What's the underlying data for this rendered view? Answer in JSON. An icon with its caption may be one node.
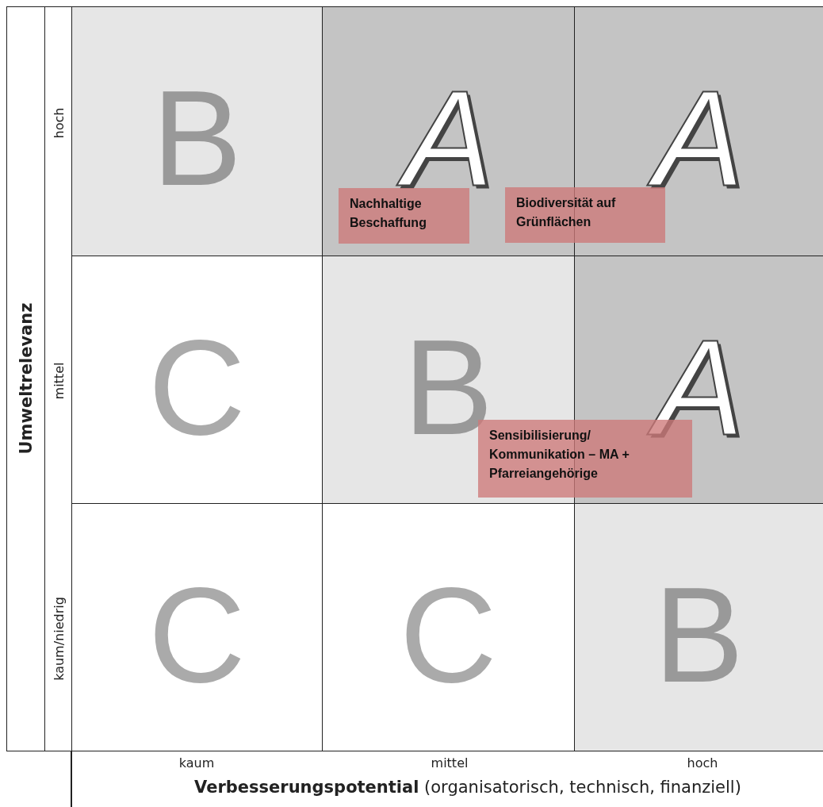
{
  "diagram": {
    "nodes": [
      {
        "text": [
          "B"
        ]
      },
      {
        "text": [
          "A"
        ]
      },
      {
        "text": [
          "A"
        ]
      },
      {
        "text": [
          "C"
        ]
      },
      {
        "text": [
          "B"
        ]
      },
      {
        "text": [
          "A"
        ]
      },
      {
        "text": [
          "C"
        ]
      },
      {
        "text": [
          "C"
        ]
      },
      {
        "text": [
          "B"
        ]
      },
      {
        "text": [
          "Nachhaltige Beschaffung"
        ],
        "in": 1
      },
      {
        "text": [
          "Biodiversität auf Grünflächen"
        ]
      },
      {
        "text": [
          "Sensibilisierung/ Kommunikation – MA + Pfarreiangehörige"
        ]
      }
    ],
    "labels": [
      "Umweltrelevanz",
      "hoch",
      "mittel",
      "kaum/niedrig",
      "kaum",
      "mittel",
      "hoch",
      "**Verbesserungspotential** (organisatorisch, technisch, finanziell)"
    ]
  }
}
